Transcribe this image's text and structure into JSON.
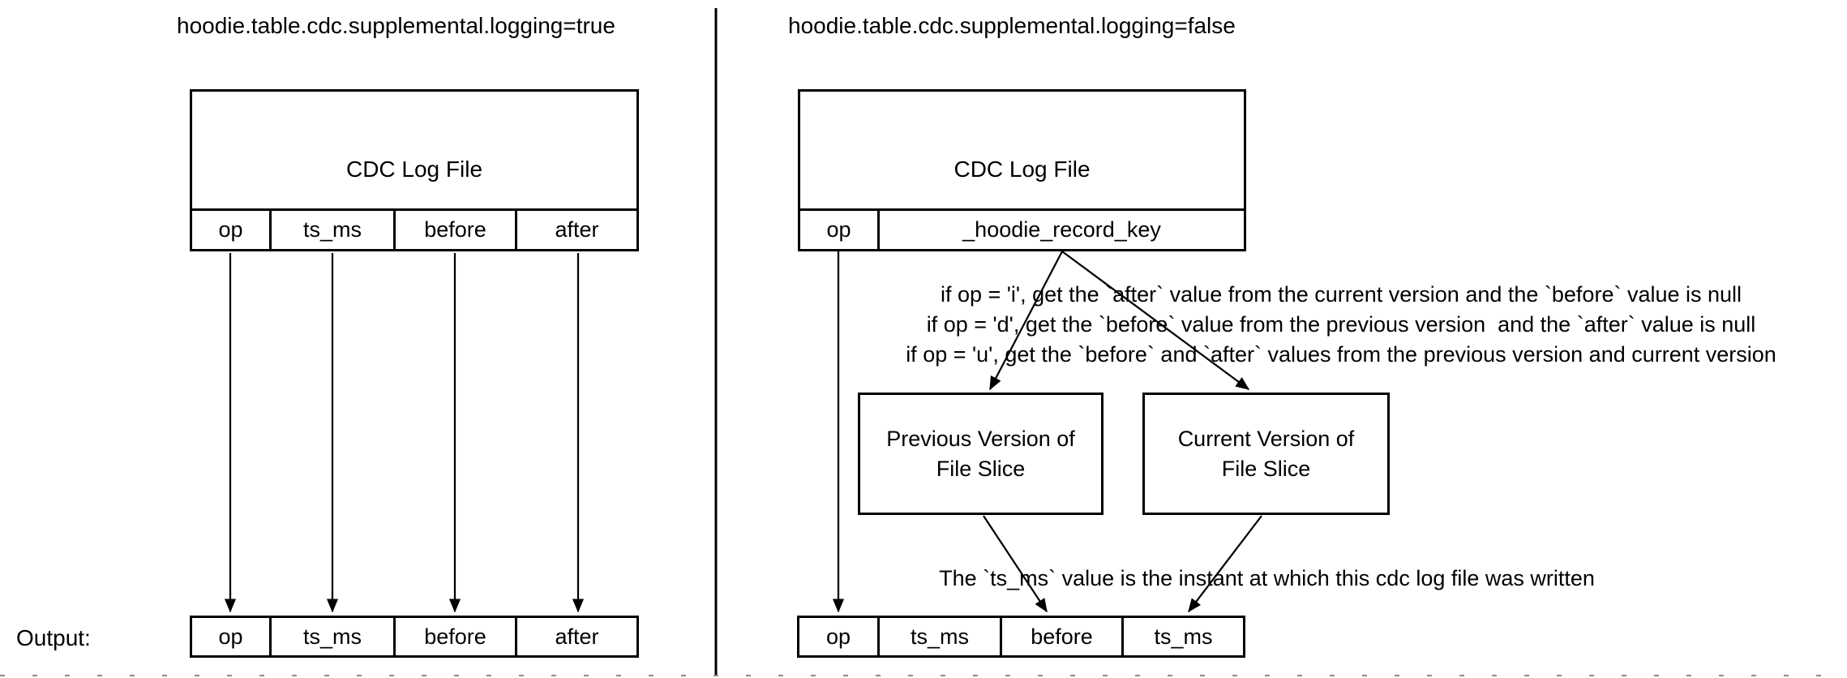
{
  "colors": {
    "ink": "#000000",
    "background": "#ffffff",
    "page_break": "#8a8a8a"
  },
  "left_panel": {
    "title": "hoodie.table.cdc.supplemental.logging=true",
    "cdc_box_label": "CDC Log File",
    "columns": [
      "op",
      "ts_ms",
      "before",
      "after"
    ],
    "output_label": "Output:",
    "output_columns": [
      "op",
      "ts_ms",
      "before",
      "after"
    ]
  },
  "right_panel": {
    "title": "hoodie.table.cdc.supplemental.logging=false",
    "cdc_box_label": "CDC Log File",
    "columns": [
      "op",
      "_hoodie_record_key"
    ],
    "op_rules": [
      "if op = 'i', get the `after` value from the current version and the `before` value is null",
      "if op = 'd', get the `before` value from the previous version  and the `after` value is null",
      "if op = 'u', get the `before` and `after` values from the previous version and current version"
    ],
    "previous_version_box": [
      "Previous Version of",
      "File Slice"
    ],
    "current_version_box": [
      "Current Version of",
      "File Slice"
    ],
    "ts_ms_note": "The `ts_ms` value is the instant at which this cdc log file was written",
    "output_columns": [
      "op",
      "ts_ms",
      "before",
      "ts_ms"
    ]
  }
}
